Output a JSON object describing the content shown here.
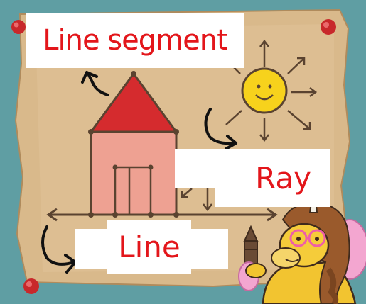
{
  "labels": {
    "line_segment": "Line segment",
    "ray": "Ray",
    "line": "Line"
  },
  "colors": {
    "label_text": "#e3161b",
    "background_teal": "#5f9ea3",
    "paper": "#d9b98b",
    "house_roof": "#d52b2e",
    "house_wall": "#eea192",
    "sun": "#f7d21c",
    "lines": "#5a4330"
  },
  "icons": [
    "push-pin-icon",
    "sun-icon",
    "house-icon",
    "unicorn-character",
    "crayon-icon",
    "curved-arrow-icon"
  ]
}
